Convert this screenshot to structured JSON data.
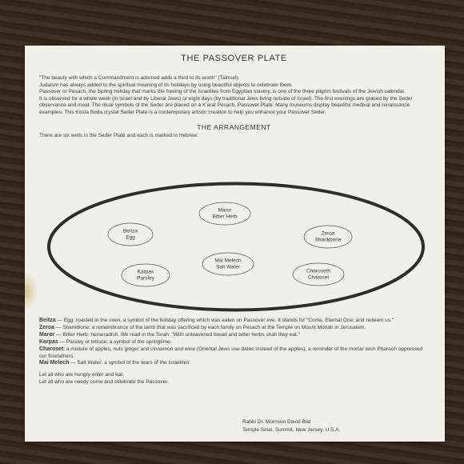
{
  "title": "THE PASSOVER PLATE",
  "intro": [
    "\"The beauty with which a Commandment is adorned adds a third to its worth\" (Talmud).",
    "Judaism has always added to the spiritual meaning of its holidays by using beautiful objects to celebrate them.",
    "Passover or Pesach, the Spring holiday that marks the freeing of the Israelites from Egyptian slavery, is one of the three pilgrim festivals of the Jewish calendar.",
    "It is observed for a whole week (in Israel and by Liberal Jews) or eight days (by traditional Jews living outside of Israel). The first evenings are graced by the Seder observance and meal. The ritual symbols of the Seder are placed on a K'arat Pesach, Passover Plate. Many museums display beautiful medival and renaissance examples. This Kosta Boda crystal Seder Plate is a contemporary artistic creation to help you enhance your Passover Seder."
  ],
  "arrangement": {
    "heading": "THE ARRANGEMENT",
    "wells_text": "There are six wells in the Seder Plate and each is marked in Hebrew:"
  },
  "plate": {
    "maror": [
      "Maror",
      "Bitter Herb"
    ],
    "beitza": [
      "Beitza",
      "Egg"
    ],
    "zeroa": [
      "Zeroa",
      "Shankbone"
    ],
    "mai_melech": [
      "Mai Melech",
      "Salt Water"
    ],
    "karpas": [
      "Karpas",
      "Parsley"
    ],
    "charoseth": [
      "Charoseth",
      "Charoset"
    ]
  },
  "definitions": [
    {
      "term": "Beitza",
      "text": " — Egg: roasted in the oven, a symbol of the holiday offering which was eaten on Passover eve. It stands for \"Come, Eternal One, and redeem us.\""
    },
    {
      "term": "Zeroa",
      "text": " — Shankbone: a remembrance of the lamb that was sacrificed by each family on Pesach at the Temple on Mount Moriah in Jerusalem."
    },
    {
      "term": "Maror",
      "text": " — Bitter Herb: horseradish. We read in the Torah: \"With unleavened bread and bitter herbs shall they eat.\""
    },
    {
      "term": "Karpas",
      "text": " — Parsley or lettuce: a symbol of the springtime."
    },
    {
      "term": "Charoset",
      "text": ": a mixture of apples, nuts ginger and cinnamon and wine (Oriental Jews use dates instead of the apples), a reminder of the mortar wich Pharaoh oppressed our forefathers."
    },
    {
      "term": "Mai Melech",
      "text": " — Salt Water: a symbol of the tears of the Israelites."
    }
  ],
  "closing": [
    "Let all who are hungry enter and eat;",
    "Let all who are needy come and celebrate the Passover."
  ],
  "signature": {
    "name": "Rabbi Dr. Morrison David Bial",
    "place": "Temple Sinai, Summit, New Jersey, U.S.A."
  }
}
